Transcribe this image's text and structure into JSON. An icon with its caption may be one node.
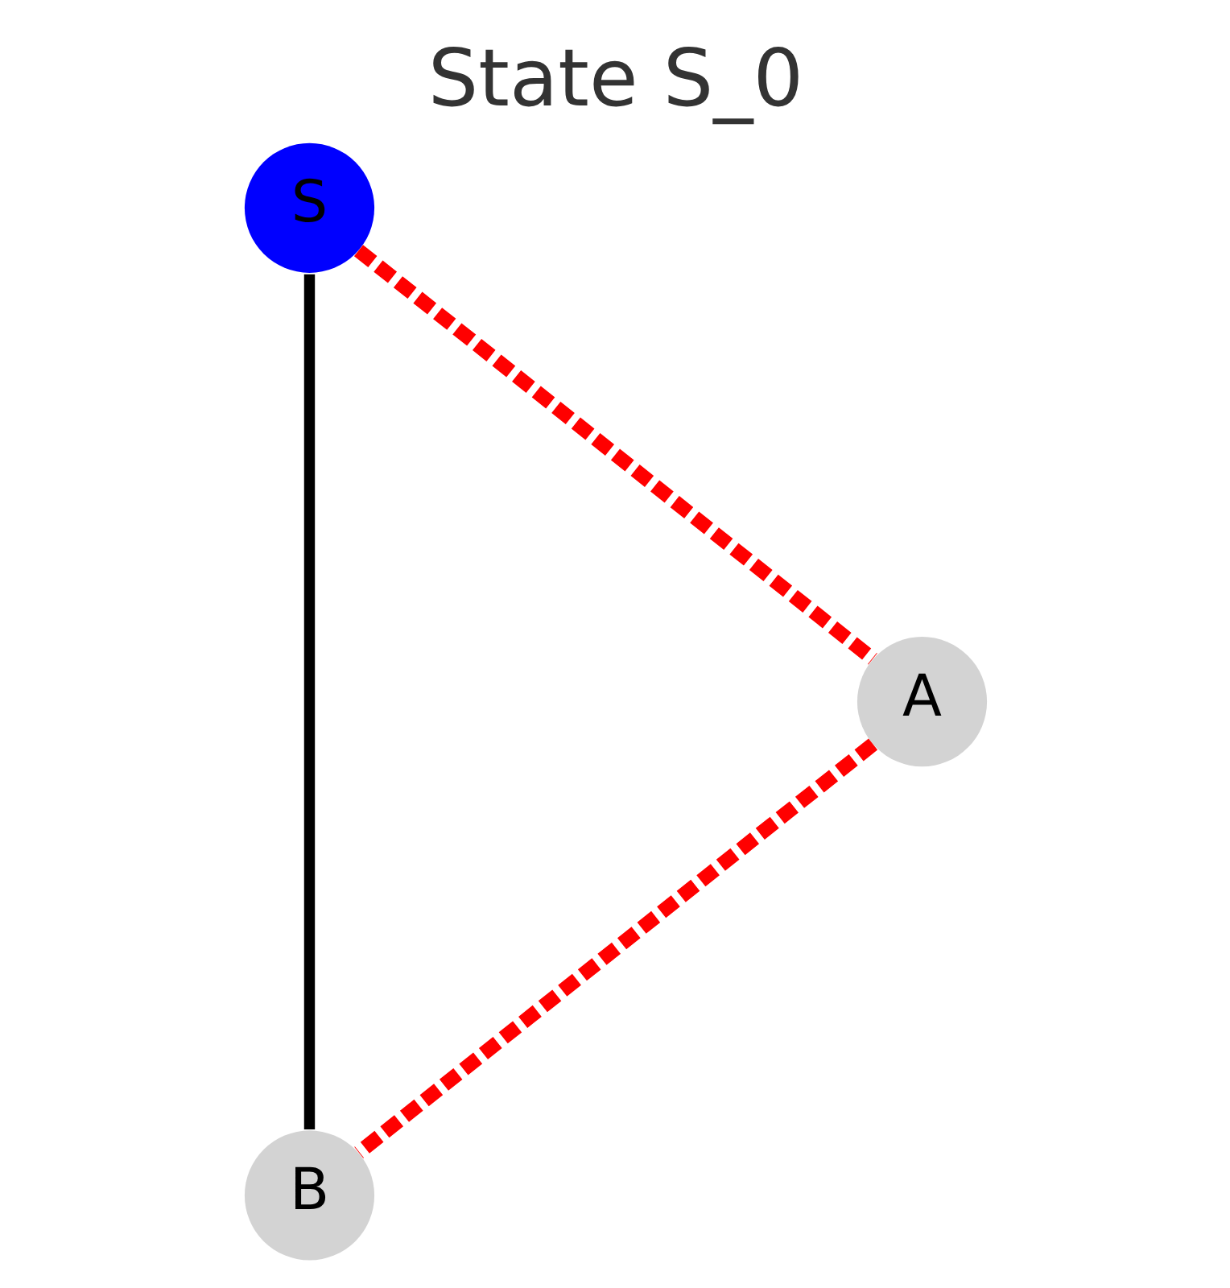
{
  "diagram": {
    "title": "State S_0",
    "nodes": [
      {
        "text": [
          "S"
        ]
      },
      {
        "text": [
          "A"
        ]
      },
      {
        "text": [
          "B"
        ]
      }
    ],
    "edges": [
      {
        "from": 0,
        "to": 2,
        "arrow": "none",
        "color": "#000000"
      },
      {
        "from": 0,
        "to": 1,
        "arrow": "none",
        "style": "dashed"
      },
      {
        "from": 1,
        "to": 2,
        "arrow": "none",
        "style": "dashed"
      }
    ]
  }
}
